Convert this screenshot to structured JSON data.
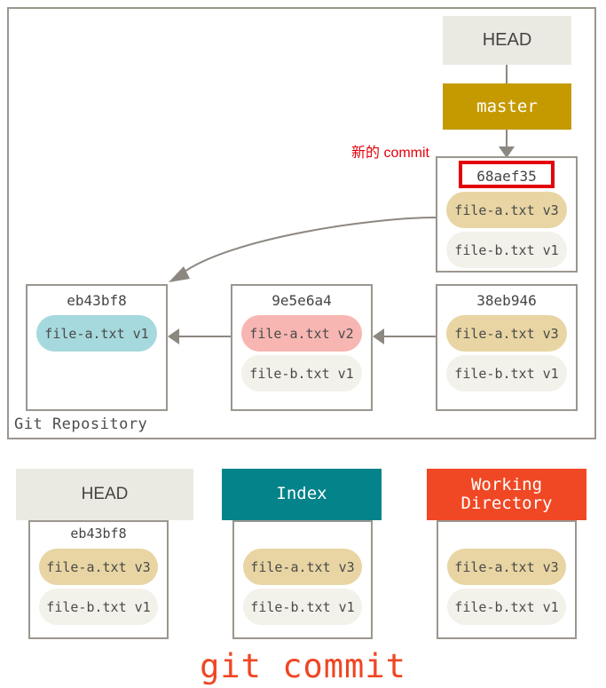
{
  "repository": {
    "label": "Git Repository",
    "refs": {
      "head": "HEAD",
      "branch": "master"
    },
    "annotation": "新的 commit",
    "annotation_color": "#e3000b",
    "new_commit": {
      "hash": "68aef35",
      "highlighted": true,
      "files": [
        {
          "name": "file-a.txt v3",
          "style": "gold"
        },
        {
          "name": "file-b.txt v1",
          "style": "pale"
        }
      ]
    },
    "commits": [
      {
        "hash": "eb43bf8",
        "files": [
          {
            "name": "file-a.txt v1",
            "style": "teal"
          }
        ]
      },
      {
        "hash": "9e5e6a4",
        "files": [
          {
            "name": "file-a.txt v2",
            "style": "red"
          },
          {
            "name": "file-b.txt v1",
            "style": "pale"
          }
        ]
      },
      {
        "hash": "38eb946",
        "files": [
          {
            "name": "file-a.txt v3",
            "style": "gold"
          },
          {
            "name": "file-b.txt v1",
            "style": "pale"
          }
        ]
      }
    ]
  },
  "areas": [
    {
      "title": "HEAD",
      "subtitle": "eb43bf8",
      "header_color": "#ebeae2",
      "header_text_color": "#444444",
      "files": [
        {
          "name": "file-a.txt v3",
          "style": "gold"
        },
        {
          "name": "file-b.txt v1",
          "style": "pale"
        }
      ]
    },
    {
      "title": "Index",
      "subtitle": "",
      "header_color": "#04838a",
      "header_text_color": "#ffffff",
      "files": [
        {
          "name": "file-a.txt v3",
          "style": "gold"
        },
        {
          "name": "file-b.txt v1",
          "style": "pale"
        }
      ]
    },
    {
      "title": "Working Directory",
      "title_line1": "Working",
      "title_line2": "Directory",
      "subtitle": "",
      "header_color": "#f04824",
      "header_text_color": "#ffffff",
      "files": [
        {
          "name": "file-a.txt v3",
          "style": "gold"
        },
        {
          "name": "file-b.txt v1",
          "style": "pale"
        }
      ]
    }
  ],
  "caption": "git commit",
  "colors": {
    "gold_pill": "#e8d5a3",
    "pale_pill": "#f2f2ea",
    "red_pill": "#f7b6b2",
    "teal_pill": "#a6d9dd",
    "master_box": "#c59a00",
    "index_header": "#04838a",
    "wd_header": "#f04824",
    "caption": "#ef4623",
    "border": "#9b968e",
    "arrow": "#8c8780"
  }
}
